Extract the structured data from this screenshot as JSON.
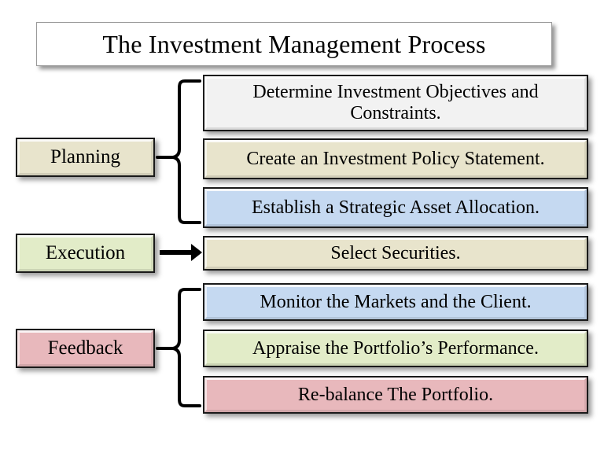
{
  "title": {
    "text": "The Investment Management Process"
  },
  "colors": {
    "background": "#ffffff",
    "title_fill": "#ffffff",
    "beige": "#e8e4cc",
    "white_gray": "#f2f2f2",
    "blue": "#c5d9f1",
    "green": "#e2ecc8",
    "pink": "#e8b8bc",
    "border": "#1a1a1a",
    "connector": "#000000"
  },
  "categories": [
    {
      "id": "planning",
      "label": "Planning",
      "fill": "#e8e4cc",
      "connector": "brace"
    },
    {
      "id": "execution",
      "label": "Execution",
      "fill": "#e2ecc8",
      "connector": "arrow"
    },
    {
      "id": "feedback",
      "label": "Feedback",
      "fill": "#e8b8bc",
      "connector": "brace"
    }
  ],
  "steps": [
    {
      "id": "determine-objectives",
      "group": "planning",
      "label": "Determine Investment Objectives and Constraints.",
      "fill": "#f2f2f2",
      "lines": 2
    },
    {
      "id": "policy-statement",
      "group": "planning",
      "label": "Create an Investment Policy Statement.",
      "fill": "#e8e4cc",
      "lines": 1
    },
    {
      "id": "asset-allocation",
      "group": "planning",
      "label": "Establish a Strategic Asset Allocation.",
      "fill": "#c5d9f1",
      "lines": 1
    },
    {
      "id": "select-securities",
      "group": "execution",
      "label": "Select Securities.",
      "fill": "#e8e4cc",
      "lines": 1
    },
    {
      "id": "monitor-markets",
      "group": "feedback",
      "label": "Monitor the Markets and the Client.",
      "fill": "#c5d9f1",
      "lines": 1
    },
    {
      "id": "appraise-portfolio",
      "group": "feedback",
      "label": "Appraise the Portfolio’s Performance.",
      "fill": "#e2ecc8",
      "lines": 1
    },
    {
      "id": "rebalance-portfolio",
      "group": "feedback",
      "label": "Re-balance The Portfolio.",
      "fill": "#e8b8bc",
      "lines": 1
    }
  ]
}
